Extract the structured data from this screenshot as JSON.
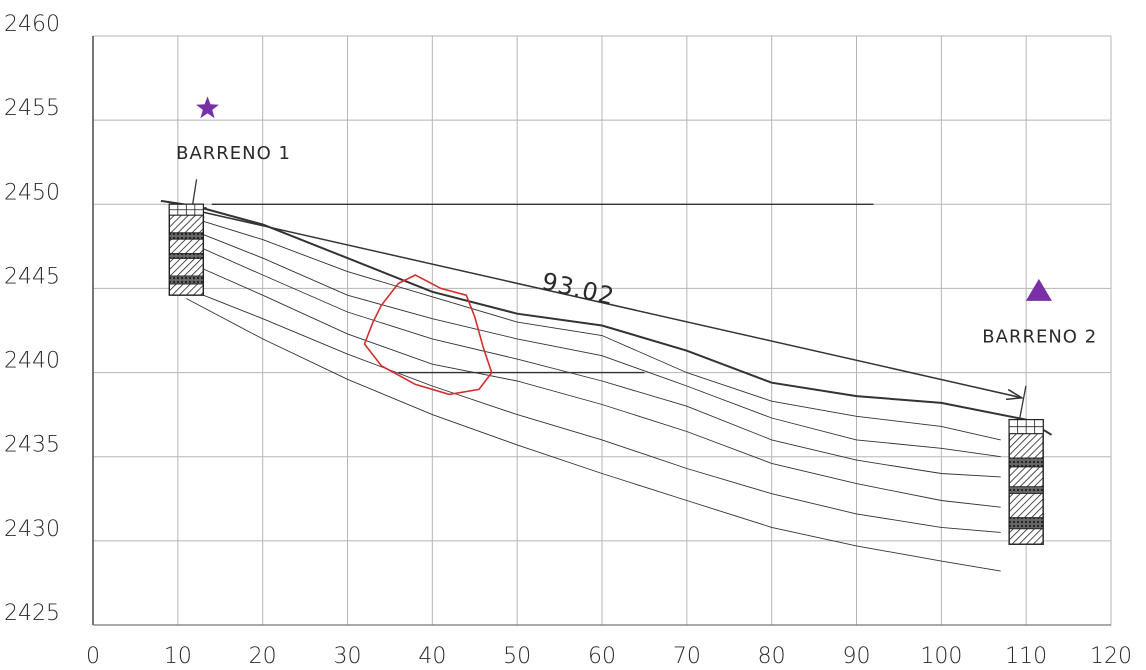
{
  "x_ticks": [
    "0",
    "10",
    "20",
    "30",
    "40",
    "50",
    "60",
    "70",
    "80",
    "90",
    "100",
    "110",
    "120"
  ],
  "y_ticks": [
    "2460",
    "2455",
    "2450",
    "2445",
    "2440",
    "2435",
    "2430",
    "2425"
  ],
  "xlim": [
    0,
    120
  ],
  "ylim": [
    2425,
    2460
  ],
  "grid": true,
  "boreholes": [
    {
      "label": "BARRENO 1",
      "x": 11,
      "marker": "purple-star",
      "top": 2450,
      "bottom": 2444.6
    },
    {
      "label": "BARRENO 2",
      "x": 110,
      "marker": "purple-triangle",
      "top": 2437.2,
      "bottom": 2429.8
    }
  ],
  "distance_label": "93.02",
  "colors": {
    "marker": "#7b2fa6",
    "lines": "#333333",
    "highlight": "#d32f2f",
    "grid": "#b5b5b5"
  },
  "ground_surface": [
    [
      8,
      2450.2
    ],
    [
      12,
      2449.9
    ],
    [
      20,
      2448.8
    ],
    [
      30,
      2446.8
    ],
    [
      40,
      2444.8
    ],
    [
      50,
      2443.5
    ],
    [
      60,
      2442.8
    ],
    [
      70,
      2441.3
    ],
    [
      80,
      2439.4
    ],
    [
      90,
      2438.6
    ],
    [
      100,
      2438.2
    ],
    [
      110,
      2437.2
    ],
    [
      113,
      2436.3
    ]
  ],
  "strata": [
    [
      [
        11,
        2449.3
      ],
      [
        20,
        2447.9
      ],
      [
        30,
        2446.0
      ],
      [
        40,
        2444.5
      ],
      [
        50,
        2443.0
      ],
      [
        60,
        2442.2
      ],
      [
        70,
        2440.0
      ],
      [
        80,
        2438.3
      ],
      [
        90,
        2437.4
      ],
      [
        100,
        2436.8
      ],
      [
        107,
        2436.0
      ]
    ],
    [
      [
        11,
        2448.6
      ],
      [
        20,
        2446.8
      ],
      [
        30,
        2444.6
      ],
      [
        40,
        2443.2
      ],
      [
        50,
        2442.0
      ],
      [
        60,
        2441.0
      ],
      [
        70,
        2439.2
      ],
      [
        80,
        2437.3
      ],
      [
        90,
        2436.0
      ],
      [
        100,
        2435.5
      ],
      [
        107,
        2435.0
      ]
    ],
    [
      [
        11,
        2447.8
      ],
      [
        20,
        2445.8
      ],
      [
        30,
        2443.6
      ],
      [
        40,
        2442.0
      ],
      [
        50,
        2440.8
      ],
      [
        60,
        2439.5
      ],
      [
        70,
        2438.0
      ],
      [
        80,
        2436.0
      ],
      [
        90,
        2434.8
      ],
      [
        100,
        2434.0
      ],
      [
        107,
        2433.8
      ]
    ],
    [
      [
        11,
        2446.6
      ],
      [
        20,
        2444.6
      ],
      [
        30,
        2442.3
      ],
      [
        40,
        2440.5
      ],
      [
        50,
        2439.5
      ],
      [
        60,
        2438.1
      ],
      [
        70,
        2436.5
      ],
      [
        80,
        2434.6
      ],
      [
        90,
        2433.4
      ],
      [
        100,
        2432.4
      ],
      [
        107,
        2432.0
      ]
    ],
    [
      [
        11,
        2445.0
      ],
      [
        20,
        2443.2
      ],
      [
        30,
        2441.1
      ],
      [
        40,
        2439.2
      ],
      [
        50,
        2437.5
      ],
      [
        60,
        2436.0
      ],
      [
        70,
        2434.3
      ],
      [
        80,
        2432.8
      ],
      [
        90,
        2431.6
      ],
      [
        100,
        2430.8
      ],
      [
        107,
        2430.5
      ]
    ],
    [
      [
        11,
        2444.4
      ],
      [
        20,
        2442.0
      ],
      [
        30,
        2439.6
      ],
      [
        40,
        2437.5
      ],
      [
        50,
        2435.7
      ],
      [
        60,
        2434.0
      ],
      [
        70,
        2432.4
      ],
      [
        80,
        2430.8
      ],
      [
        90,
        2429.7
      ],
      [
        100,
        2428.8
      ],
      [
        107,
        2428.2
      ]
    ]
  ],
  "reference_lines": [
    {
      "from": [
        14,
        2450
      ],
      "to": [
        92,
        2450
      ]
    },
    {
      "from": [
        36,
        2440
      ],
      "to": [
        65,
        2440
      ]
    }
  ],
  "distance_arrow": {
    "from": [
      11.5,
      2449.7
    ],
    "to": [
      109.5,
      2438.5
    ]
  },
  "highlight_outline": [
    [
      44,
      2444.6
    ],
    [
      45,
      2443.3
    ],
    [
      46,
      2441.5
    ],
    [
      47,
      2440.0
    ],
    [
      45.5,
      2439.0
    ],
    [
      42,
      2438.7
    ],
    [
      38,
      2439.3
    ],
    [
      34,
      2440.4
    ],
    [
      32,
      2441.7
    ],
    [
      33,
      2443.0
    ],
    [
      34,
      2444.0
    ],
    [
      36,
      2445.3
    ],
    [
      38,
      2445.8
    ],
    [
      41,
      2445.0
    ],
    [
      44,
      2444.6
    ]
  ]
}
